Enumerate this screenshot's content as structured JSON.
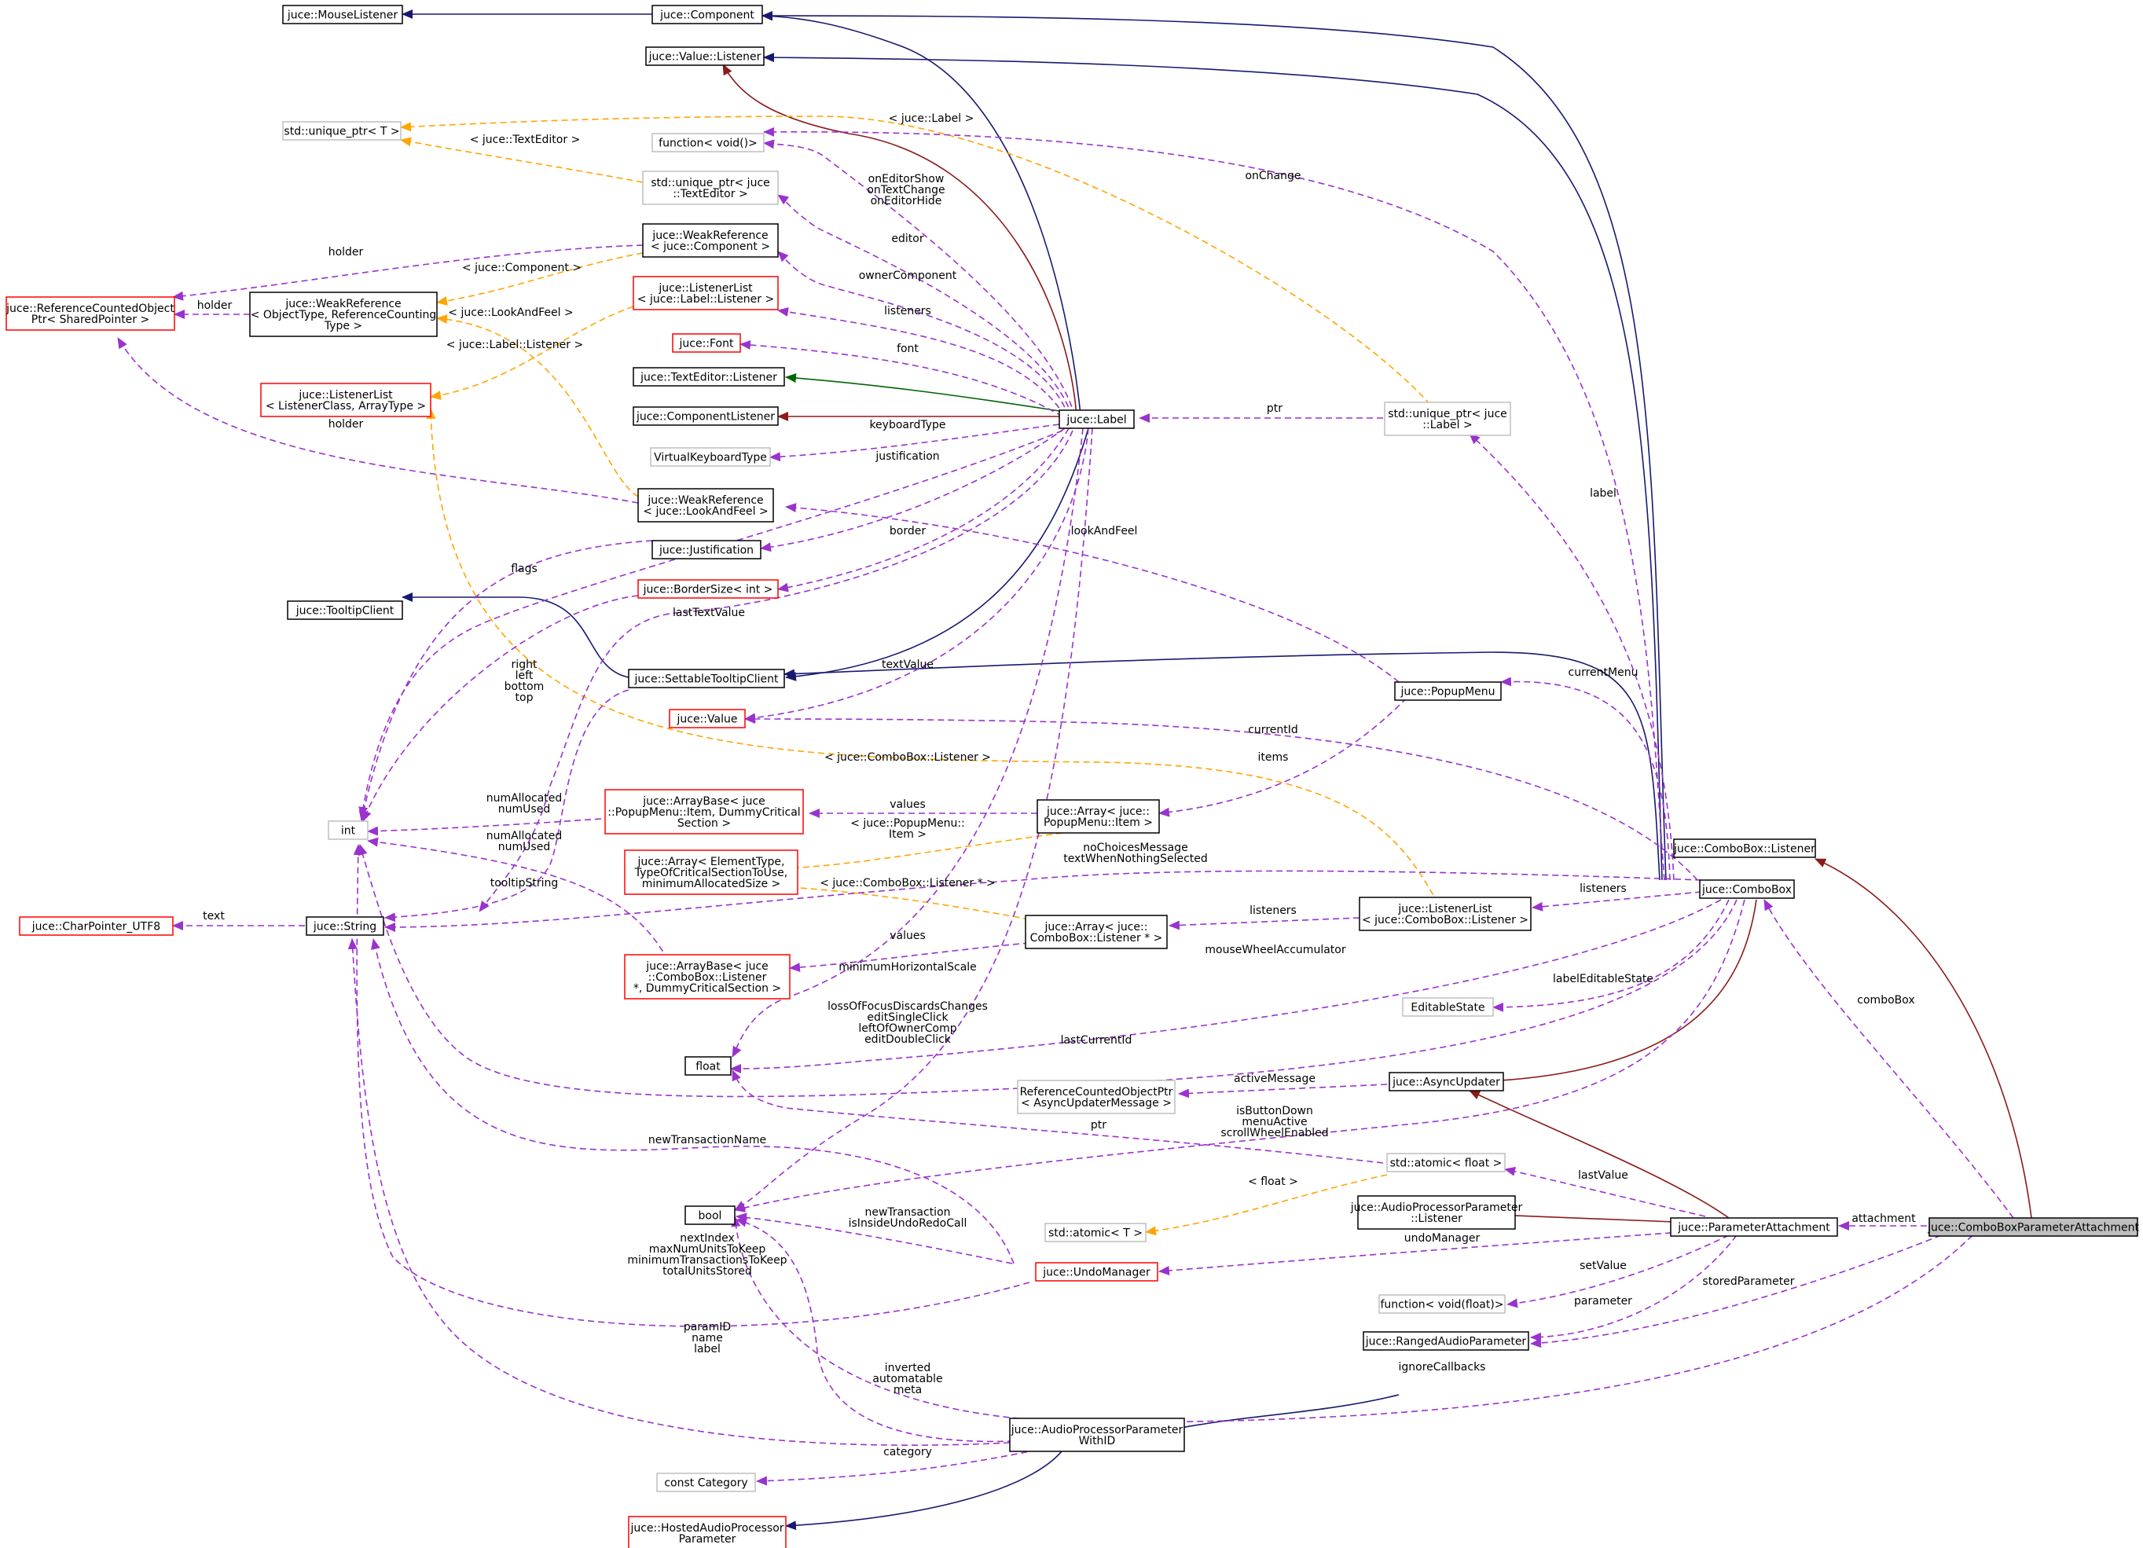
{
  "graph": {
    "colors": {
      "solid_node_border": "#000000",
      "red_node_border": "#ff0000",
      "gray_node_border": "#bfbfbf",
      "highlight_fill": "#bfbfbf",
      "inherit_public": "#191970",
      "inherit_protected": "#8b1a1a",
      "inherit_private": "#006400",
      "usage": "#9a32cd",
      "template": "#ffa500"
    },
    "nodes": [
      {
        "id": "mouseListener",
        "style": "solid",
        "lines": [
          "juce::MouseListener"
        ]
      },
      {
        "id": "component",
        "style": "solid",
        "lines": [
          "juce::Component"
        ]
      },
      {
        "id": "valueListener",
        "style": "solid",
        "lines": [
          "juce::Value::Listener"
        ]
      },
      {
        "id": "uniquePtrT",
        "style": "gray",
        "lines": [
          "std::unique_ptr< T >"
        ]
      },
      {
        "id": "functionVoid",
        "style": "gray",
        "lines": [
          "function< void()>"
        ]
      },
      {
        "id": "uniquePtrTextEditor",
        "style": "gray",
        "lines": [
          "std::unique_ptr< juce",
          "::TextEditor >"
        ]
      },
      {
        "id": "weakRefComponent",
        "style": "solid",
        "lines": [
          "juce::WeakReference",
          "< juce::Component >"
        ]
      },
      {
        "id": "refCountedObjectPtr",
        "style": "red",
        "lines": [
          "juce::ReferenceCountedObject",
          "Ptr< SharedPointer >"
        ]
      },
      {
        "id": "weakRefGeneric",
        "style": "solid",
        "lines": [
          "juce::WeakReference",
          "< ObjectType, ReferenceCounting",
          "Type >"
        ]
      },
      {
        "id": "listenerListLabel",
        "style": "red",
        "lines": [
          "juce::ListenerList",
          "< juce::Label::Listener >"
        ]
      },
      {
        "id": "font",
        "style": "red",
        "lines": [
          "juce::Font"
        ]
      },
      {
        "id": "listenerListGeneric",
        "style": "red",
        "lines": [
          "juce::ListenerList",
          "< ListenerClass, ArrayType >"
        ]
      },
      {
        "id": "textEditorListener",
        "style": "solid",
        "lines": [
          "juce::TextEditor::Listener"
        ]
      },
      {
        "id": "componentListener",
        "style": "solid",
        "lines": [
          "juce::ComponentListener"
        ]
      },
      {
        "id": "virtualKeyboardType",
        "style": "gray",
        "lines": [
          "VirtualKeyboardType"
        ]
      },
      {
        "id": "weakRefLookAndFeel",
        "style": "solid",
        "lines": [
          "juce::WeakReference",
          "< juce::LookAndFeel >"
        ]
      },
      {
        "id": "justification",
        "style": "solid",
        "lines": [
          "juce::Justification"
        ]
      },
      {
        "id": "tooltipClient",
        "style": "solid",
        "lines": [
          "juce::TooltipClient"
        ]
      },
      {
        "id": "borderSize",
        "style": "red",
        "lines": [
          "juce::BorderSize< int >"
        ]
      },
      {
        "id": "settableTooltipClient",
        "style": "solid",
        "lines": [
          "juce::SettableTooltipClient"
        ]
      },
      {
        "id": "value",
        "style": "red",
        "lines": [
          "juce::Value"
        ]
      },
      {
        "id": "label",
        "style": "solid",
        "lines": [
          "juce::Label"
        ]
      },
      {
        "id": "uniquePtrLabel",
        "style": "gray",
        "lines": [
          "std::unique_ptr< juce",
          "::Label >"
        ]
      },
      {
        "id": "popupMenu",
        "style": "solid",
        "lines": [
          "juce::PopupMenu"
        ]
      },
      {
        "id": "int",
        "style": "gray",
        "lines": [
          "int"
        ]
      },
      {
        "id": "arrayBasePopupItem",
        "style": "red",
        "lines": [
          "juce::ArrayBase< juce",
          "::PopupMenu::Item, DummyCritical",
          "Section >"
        ]
      },
      {
        "id": "arrayPopupItem",
        "style": "solid",
        "lines": [
          "juce::Array< juce::",
          "PopupMenu::Item >"
        ]
      },
      {
        "id": "arrayGeneric",
        "style": "red",
        "lines": [
          "juce::Array< ElementType,",
          "TypeOfCriticalSectionToUse,",
          "minimumAllocatedSize >"
        ]
      },
      {
        "id": "charPointerUtf8",
        "style": "red",
        "lines": [
          "juce::CharPointer_UTF8"
        ]
      },
      {
        "id": "string",
        "style": "solid",
        "lines": [
          "juce::String"
        ]
      },
      {
        "id": "arrayBaseComboListener",
        "style": "red",
        "lines": [
          "juce::ArrayBase< juce",
          "::ComboBox::Listener",
          " *, DummyCriticalSection >"
        ]
      },
      {
        "id": "arrayComboListener",
        "style": "solid",
        "lines": [
          "juce::Array< juce::",
          "ComboBox::Listener * >"
        ]
      },
      {
        "id": "listenerListCombo",
        "style": "solid",
        "lines": [
          "juce::ListenerList",
          "< juce::ComboBox::Listener >"
        ]
      },
      {
        "id": "comboBoxListener",
        "style": "solid",
        "lines": [
          "juce::ComboBox::Listener"
        ]
      },
      {
        "id": "comboBox",
        "style": "solid",
        "lines": [
          "juce::ComboBox"
        ]
      },
      {
        "id": "editableState",
        "style": "gray",
        "lines": [
          "EditableState"
        ]
      },
      {
        "id": "float",
        "style": "solid",
        "lines": [
          "float"
        ]
      },
      {
        "id": "refCountedAsyncMsg",
        "style": "gray",
        "lines": [
          "ReferenceCountedObjectPtr",
          "< AsyncUpdaterMessage >"
        ]
      },
      {
        "id": "asyncUpdater",
        "style": "solid",
        "lines": [
          "juce::AsyncUpdater"
        ]
      },
      {
        "id": "atomicFloat",
        "style": "gray",
        "lines": [
          "std::atomic< float >"
        ]
      },
      {
        "id": "bool",
        "style": "solid",
        "lines": [
          "bool"
        ]
      },
      {
        "id": "atomicT",
        "style": "gray",
        "lines": [
          "std::atomic< T >"
        ]
      },
      {
        "id": "audioProcParamListener",
        "style": "solid",
        "lines": [
          "juce::AudioProcessorParameter",
          "::Listener"
        ]
      },
      {
        "id": "parameterAttachment",
        "style": "solid",
        "lines": [
          "juce::ParameterAttachment"
        ]
      },
      {
        "id": "comboBoxParamAttachment",
        "style": "highlight",
        "lines": [
          "juce::ComboBoxParameterAttachment"
        ]
      },
      {
        "id": "undoManager",
        "style": "red",
        "lines": [
          "juce::UndoManager"
        ]
      },
      {
        "id": "functionVoidFloat",
        "style": "gray",
        "lines": [
          "function< void(float)>"
        ]
      },
      {
        "id": "rangedAudioParameter",
        "style": "solid",
        "lines": [
          "juce::RangedAudioParameter"
        ]
      },
      {
        "id": "audioProcParamWithId",
        "style": "solid",
        "lines": [
          "juce::AudioProcessorParameter",
          "WithID"
        ]
      },
      {
        "id": "constCategory",
        "style": "gray",
        "lines": [
          "const Category"
        ]
      },
      {
        "id": "hostedAudioProcParam",
        "style": "red",
        "lines": [
          "juce::HostedAudioProcessor",
          "Parameter"
        ]
      }
    ],
    "edge_labels": [
      {
        "id": "lbl-juce-label",
        "lines": [
          "< juce::Label >"
        ]
      },
      {
        "id": "lbl-text-editor",
        "lines": [
          "< juce::TextEditor >"
        ]
      },
      {
        "id": "lbl-onchange",
        "lines": [
          "onChange"
        ]
      },
      {
        "id": "lbl-on-editor",
        "lines": [
          "onEditorShow",
          "onTextChange",
          "onEditorHide"
        ]
      },
      {
        "id": "lbl-holder-1",
        "lines": [
          "holder"
        ]
      },
      {
        "id": "lbl-editor",
        "lines": [
          "editor"
        ]
      },
      {
        "id": "lbl-holder-2",
        "lines": [
          "holder"
        ]
      },
      {
        "id": "lbl-juce-component",
        "lines": [
          "< juce::Component >"
        ]
      },
      {
        "id": "lbl-owner-component",
        "lines": [
          "ownerComponent"
        ]
      },
      {
        "id": "lbl-lookandfeel-tpl",
        "lines": [
          "< juce::LookAndFeel >"
        ]
      },
      {
        "id": "lbl-listeners-1",
        "lines": [
          "listeners"
        ]
      },
      {
        "id": "lbl-label-listener-tpl",
        "lines": [
          "< juce::Label::Listener >"
        ]
      },
      {
        "id": "lbl-font",
        "lines": [
          "font"
        ]
      },
      {
        "id": "lbl-ptr-1",
        "lines": [
          "ptr"
        ]
      },
      {
        "id": "lbl-holder-3",
        "lines": [
          "holder"
        ]
      },
      {
        "id": "lbl-keyboard-type",
        "lines": [
          "keyboardType"
        ]
      },
      {
        "id": "lbl-justification",
        "lines": [
          "justification"
        ]
      },
      {
        "id": "lbl-label",
        "lines": [
          "label"
        ]
      },
      {
        "id": "lbl-lookandfeel",
        "lines": [
          "lookAndFeel"
        ]
      },
      {
        "id": "lbl-border",
        "lines": [
          "border"
        ]
      },
      {
        "id": "lbl-flags",
        "lines": [
          "flags"
        ]
      },
      {
        "id": "lbl-last-text-value",
        "lines": [
          "lastTextValue"
        ]
      },
      {
        "id": "lbl-right-left",
        "lines": [
          "right",
          "left",
          "bottom",
          "top"
        ]
      },
      {
        "id": "lbl-current-menu",
        "lines": [
          "currentMenu"
        ]
      },
      {
        "id": "lbl-text-value",
        "lines": [
          "textValue"
        ]
      },
      {
        "id": "lbl-current-id",
        "lines": [
          "currentId"
        ]
      },
      {
        "id": "lbl-items",
        "lines": [
          "items"
        ]
      },
      {
        "id": "lbl-combo-listener-tpl",
        "lines": [
          "< juce::ComboBox::Listener >"
        ]
      },
      {
        "id": "lbl-num-allocated-1",
        "lines": [
          "numAllocated",
          "numUsed"
        ]
      },
      {
        "id": "lbl-values-1",
        "lines": [
          "values"
        ]
      },
      {
        "id": "lbl-popup-item-tpl",
        "lines": [
          "< juce::PopupMenu::",
          "Item >"
        ]
      },
      {
        "id": "lbl-num-allocated-2",
        "lines": [
          "numAllocated",
          "numUsed"
        ]
      },
      {
        "id": "lbl-no-choices",
        "lines": [
          "noChoicesMessage",
          "textWhenNothingSelected"
        ]
      },
      {
        "id": "lbl-combo-listener-ptr-tpl",
        "lines": [
          "< juce::ComboBox::Listener * >"
        ]
      },
      {
        "id": "lbl-tooltip-string",
        "lines": [
          "tooltipString"
        ]
      },
      {
        "id": "lbl-listeners-2",
        "lines": [
          "listeners"
        ]
      },
      {
        "id": "lbl-listeners-3",
        "lines": [
          "listeners"
        ]
      },
      {
        "id": "lbl-text",
        "lines": [
          "text"
        ]
      },
      {
        "id": "lbl-values-2",
        "lines": [
          "values"
        ]
      },
      {
        "id": "lbl-mouse-wheel",
        "lines": [
          "mouseWheelAccumulator"
        ]
      },
      {
        "id": "lbl-min-horizontal",
        "lines": [
          "minimumHorizontalScale"
        ]
      },
      {
        "id": "lbl-label-editable",
        "lines": [
          "labelEditableState"
        ]
      },
      {
        "id": "lbl-combo-box",
        "lines": [
          "comboBox"
        ]
      },
      {
        "id": "lbl-loss-of-focus",
        "lines": [
          "lossOfFocusDiscardsChanges",
          "editSingleClick",
          "leftOfOwnerComp",
          "editDoubleClick"
        ]
      },
      {
        "id": "lbl-last-current-id",
        "lines": [
          "lastCurrentId"
        ]
      },
      {
        "id": "lbl-active-message",
        "lines": [
          "activeMessage"
        ]
      },
      {
        "id": "lbl-ptr-2",
        "lines": [
          "ptr"
        ]
      },
      {
        "id": "lbl-is-button-down",
        "lines": [
          "isButtonDown",
          "menuActive",
          "scrollWheelEnabled"
        ]
      },
      {
        "id": "lbl-new-transaction-name",
        "lines": [
          "newTransactionName"
        ]
      },
      {
        "id": "lbl-float-tpl",
        "lines": [
          "< float >"
        ]
      },
      {
        "id": "lbl-last-value",
        "lines": [
          "lastValue"
        ]
      },
      {
        "id": "lbl-new-transaction",
        "lines": [
          "newTransaction",
          "isInsideUndoRedoCall"
        ]
      },
      {
        "id": "lbl-attachment",
        "lines": [
          "attachment"
        ]
      },
      {
        "id": "lbl-next-index",
        "lines": [
          "nextIndex",
          "maxNumUnitsToKeep",
          "minimumTransactionsToKeep",
          "totalUnitsStored"
        ]
      },
      {
        "id": "lbl-undo-manager",
        "lines": [
          "undoManager"
        ]
      },
      {
        "id": "lbl-set-value",
        "lines": [
          "setValue"
        ]
      },
      {
        "id": "lbl-stored-parameter",
        "lines": [
          "storedParameter"
        ]
      },
      {
        "id": "lbl-parameter",
        "lines": [
          "parameter"
        ]
      },
      {
        "id": "lbl-param-id",
        "lines": [
          "paramID",
          "name",
          "label"
        ]
      },
      {
        "id": "lbl-ignore-callbacks",
        "lines": [
          "ignoreCallbacks"
        ]
      },
      {
        "id": "lbl-inverted",
        "lines": [
          "inverted",
          "automatable",
          "meta"
        ]
      },
      {
        "id": "lbl-category",
        "lines": [
          "category"
        ]
      }
    ]
  }
}
